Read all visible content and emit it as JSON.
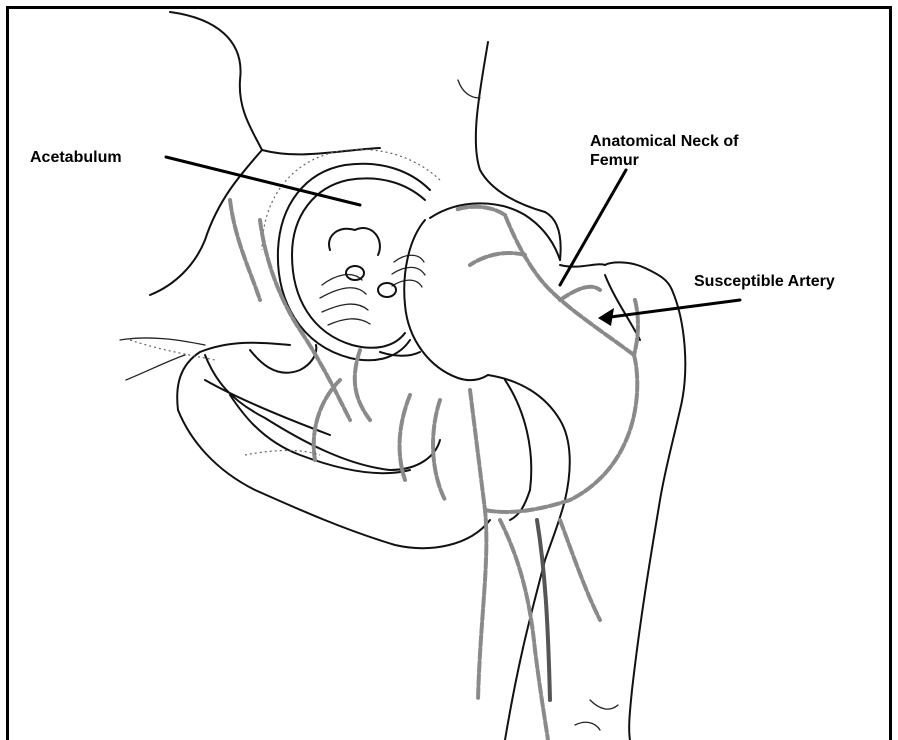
{
  "labels": {
    "acetabulum": "Acetabulum",
    "neck_line1": "Anatomical Neck of",
    "neck_line2": "Femur",
    "artery": "Susceptible Artery"
  }
}
